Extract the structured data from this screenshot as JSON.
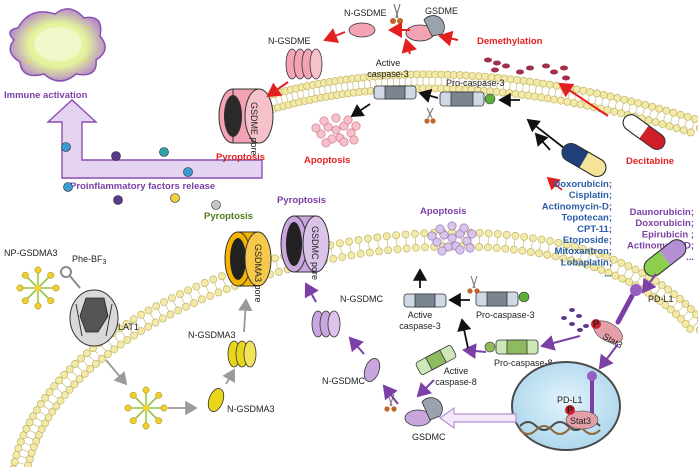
{
  "top": {
    "n_gsdme_1": "N-GSDME",
    "gsdme": "GSDME",
    "n_gsdme_2": "N-GSDME",
    "active_caspase3": "Active caspase-3",
    "pro_caspase3": "Pro-caspase-3",
    "demethylation": "Demethylation",
    "decitabine": "Decitabine",
    "gsdme_pore": "GSDME pore",
    "pyroptosis": "Pyroptosis",
    "apoptosis": "Apoptosis",
    "immune_activation": "Immune activation",
    "proinflammatory": "Proinflammatory factors release"
  },
  "drugs_blue": [
    "Doxorubicin;",
    "Cisplatin;",
    "Actinomycin-D;",
    "Topotecan;",
    "CPT-11;",
    "Etoposide;",
    "Mitoxantron;",
    "Lobaplatin;",
    "..."
  ],
  "drugs_purple": [
    "Daunorubicin;",
    "Doxorubicin;",
    "Epirubicin ;",
    "ActinomycinD;",
    "..."
  ],
  "bottom": {
    "pyroptosis_green": "Pyroptosis",
    "pyroptosis_purple": "Pyroptosis",
    "apoptosis": "Apoptosis",
    "gsdma3_pore": "GSDMA3 pore",
    "gsdmc_pore": "GSDMC pore",
    "np_gsdma3": "NP-GSDMA3",
    "phe_bf3": "Phe-BF",
    "phe_bf3_sub": "3",
    "lat1": "LAT1",
    "n_gsdma3_1": "N-GSDMA3",
    "n_gsdma3_2": "N-GSDMA3",
    "n_gsdmc_1": "N-GSDMC",
    "n_gsdmc_2": "N-GSDMC",
    "active_caspase3": "Active caspase-3",
    "pro_caspase3": "Pro-caspase-3",
    "pro_caspase8": "Pro-caspase-8",
    "active_caspase8": "Active caspase-8",
    "pd_l1_top": "PD-L1",
    "pd_l1_nuc": "PD-L1",
    "stat3_mem": "Stat3",
    "stat3_nuc": "Stat3",
    "p_mem": "P",
    "p_nuc": "P",
    "gsdmc": "GSDMC"
  },
  "colors": {
    "membrane_head": "#f3e9a8",
    "membrane_edge": "#b9ac5a",
    "gsdme_pink": "#f3a3b3",
    "gsdma3": "#f5b400",
    "gsdmc": "#c9a7de",
    "caspase_grey": "#7a8591",
    "caspase_light": "#cfd9e6",
    "red_arrow": "#e41f1f",
    "purple_arrow": "#7b3fa6",
    "blue_text": "#2a5ea8"
  }
}
